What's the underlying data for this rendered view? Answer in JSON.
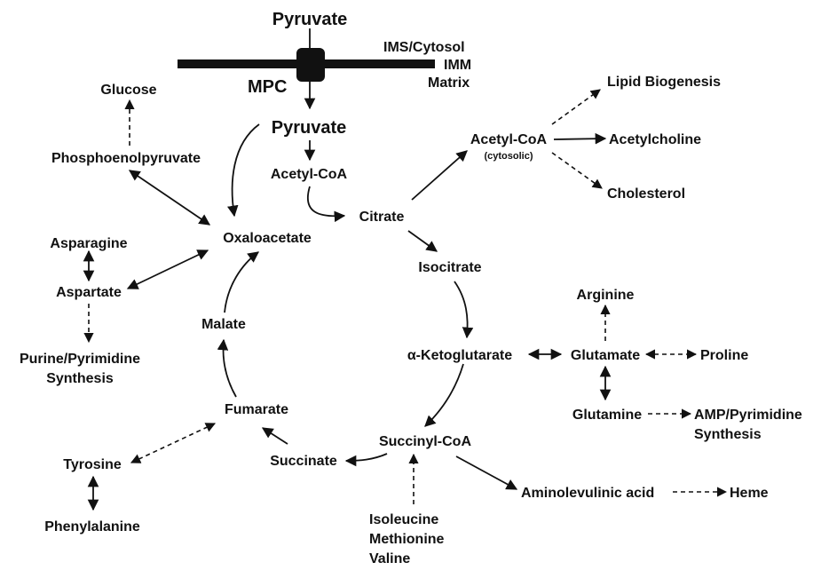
{
  "labels": {
    "pyruvate_top": "Pyruvate",
    "ims": "IMS/Cytosol",
    "imm": "IMM",
    "matrix": "Matrix",
    "mpc": "MPC",
    "pyruvate_matrix": "Pyruvate",
    "glucose": "Glucose",
    "pep": "Phosphoenolpyruvate",
    "acetylcoa_mito": "Acetyl-CoA",
    "acetylcoa_cyto": "Acetyl-CoA",
    "cytosolic": "(cytosolic)",
    "lipid": "Lipid Biogenesis",
    "acetylcholine": "Acetylcholine",
    "cholesterol": "Cholesterol",
    "citrate": "Citrate",
    "oxaloacetate": "Oxaloacetate",
    "asparagine": "Asparagine",
    "aspartate": "Aspartate",
    "purine_line1": "Purine/Pyrimidine",
    "purine_line2": "Synthesis",
    "isocitrate": "Isocitrate",
    "malate": "Malate",
    "arginine": "Arginine",
    "akg": "α-Ketoglutarate",
    "glutamate": "Glutamate",
    "proline": "Proline",
    "fumarate": "Fumarate",
    "glutamine": "Glutamine",
    "amp_line1": "AMP/Pyrimidine",
    "amp_line2": "Synthesis",
    "tyrosine": "Tyrosine",
    "succinate": "Succinate",
    "succinylcoa": "Succinyl-CoA",
    "ala": "Aminolevulinic acid",
    "heme": "Heme",
    "phenylalanine": "Phenylalanine",
    "isoleucine": "Isoleucine",
    "methionine": "Methionine",
    "valine": "Valine"
  },
  "colors": {
    "ink": "#111111",
    "background": "#ffffff"
  }
}
